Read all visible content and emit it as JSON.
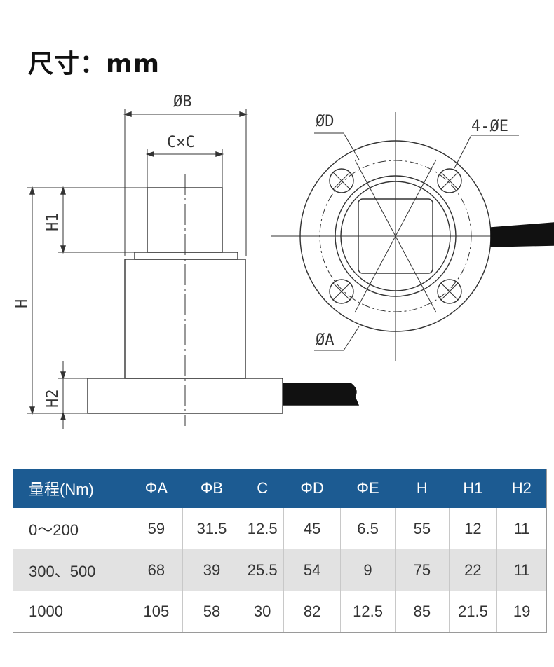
{
  "header": {
    "title": "尺寸：mm"
  },
  "drawing": {
    "side_view_labels": {
      "diameter_b": "ØB",
      "square_c": "C×C",
      "height_h": "H",
      "height_h1": "H1",
      "height_h2": "H2"
    },
    "top_view_labels": {
      "diameter_d": "ØD",
      "holes_e": "4-ØE",
      "diameter_a": "ØA"
    }
  },
  "table": {
    "header_color": "#1c5b92",
    "columns": [
      "量程(Nm)",
      "ΦA",
      "ΦB",
      "C",
      "ΦD",
      "ΦE",
      "H",
      "H1",
      "H2"
    ],
    "rows": [
      [
        "0～200",
        "59",
        "31.5",
        "12.5",
        "45",
        "6.5",
        "55",
        "12",
        "11"
      ],
      [
        "300、500",
        "68",
        "39",
        "25.5",
        "54",
        "9",
        "75",
        "22",
        "11"
      ],
      [
        "1000",
        "105",
        "58",
        "30",
        "82",
        "12.5",
        "85",
        "21.5",
        "19"
      ]
    ]
  }
}
